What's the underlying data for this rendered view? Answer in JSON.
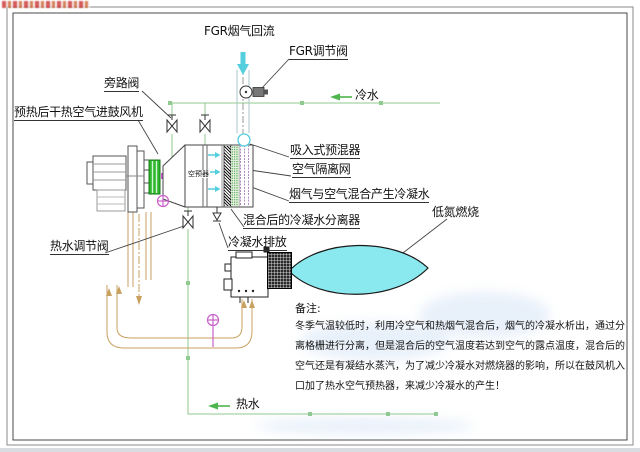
{
  "labels": {
    "fgr_flue_return": "FGR烟气回流",
    "fgr_valve": "FGR调节阀",
    "bypass_valve": "旁路阀",
    "preheated_air_to_blower": "预热后干热空气进鼓风机",
    "cold_water": "冷水",
    "hot_water": "热水",
    "hot_water_valve": "热水调节阀",
    "suction_premixer": "吸入式预混器",
    "air_isolation_net": "空气隔离网",
    "flue_air_mix_condensate": "烟气与空气混合产生冷凝水",
    "mixed_condensate_separator": "混合后的冷凝水分离器",
    "condensate_discharge": "冷凝水排放",
    "low_nox_combustion": "低氮燃烧",
    "air_preheater": "空预器"
  },
  "remark": {
    "heading": "备注:",
    "lines": [
      "冬季气温较低时，利用冷空气和热烟气混合后，烟气的冷凝水析出，通过分",
      "离格栅进行分离，但是混合后的空气温度若达到空气的露点温度，混合后的",
      "空气还是有凝结水蒸汽，为了减少冷凝水对燃烧器的影响，所以在鼓风机入",
      "口加了热水空气预热器，来减少冷凝水的产生！"
    ]
  },
  "colors": {
    "water_line_green": "#8fca8f",
    "arrow_green": "#4db54d",
    "pipe_tan": "#c8a060",
    "flame_cyan": "#8ae9ef",
    "fgr_cyan": "#55cedd",
    "gauge_magenta": "#c95fc9",
    "coupling_green": "#2eb82e",
    "outline_dark": "#333333"
  }
}
